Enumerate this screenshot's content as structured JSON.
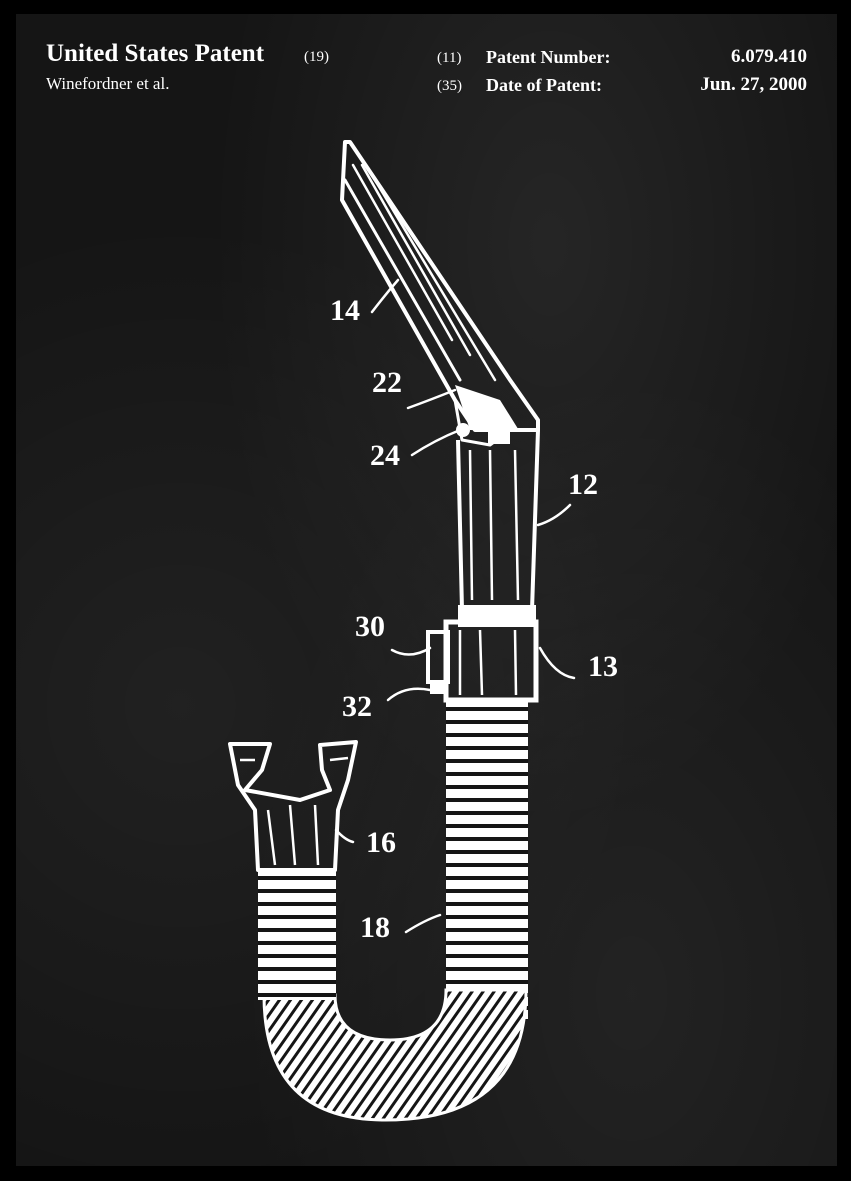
{
  "header": {
    "title": "United States Patent",
    "title_code": "(19)",
    "inventor": "Winefordner et al.",
    "patent_number_code": "(11)",
    "patent_number_label": "Patent Number:",
    "patent_number": "6.079.410",
    "date_code": "(35)",
    "date_label": "Date of Patent:",
    "date": "Jun. 27, 2000"
  },
  "reference_numerals": {
    "r14": "14",
    "r22": "22",
    "r24": "24",
    "r12": "12",
    "r30": "30",
    "r13": "13",
    "r32": "32",
    "r16": "16",
    "r18": "18"
  },
  "colors": {
    "board": "#151515",
    "frame": "#000000",
    "ink": "#ffffff"
  }
}
